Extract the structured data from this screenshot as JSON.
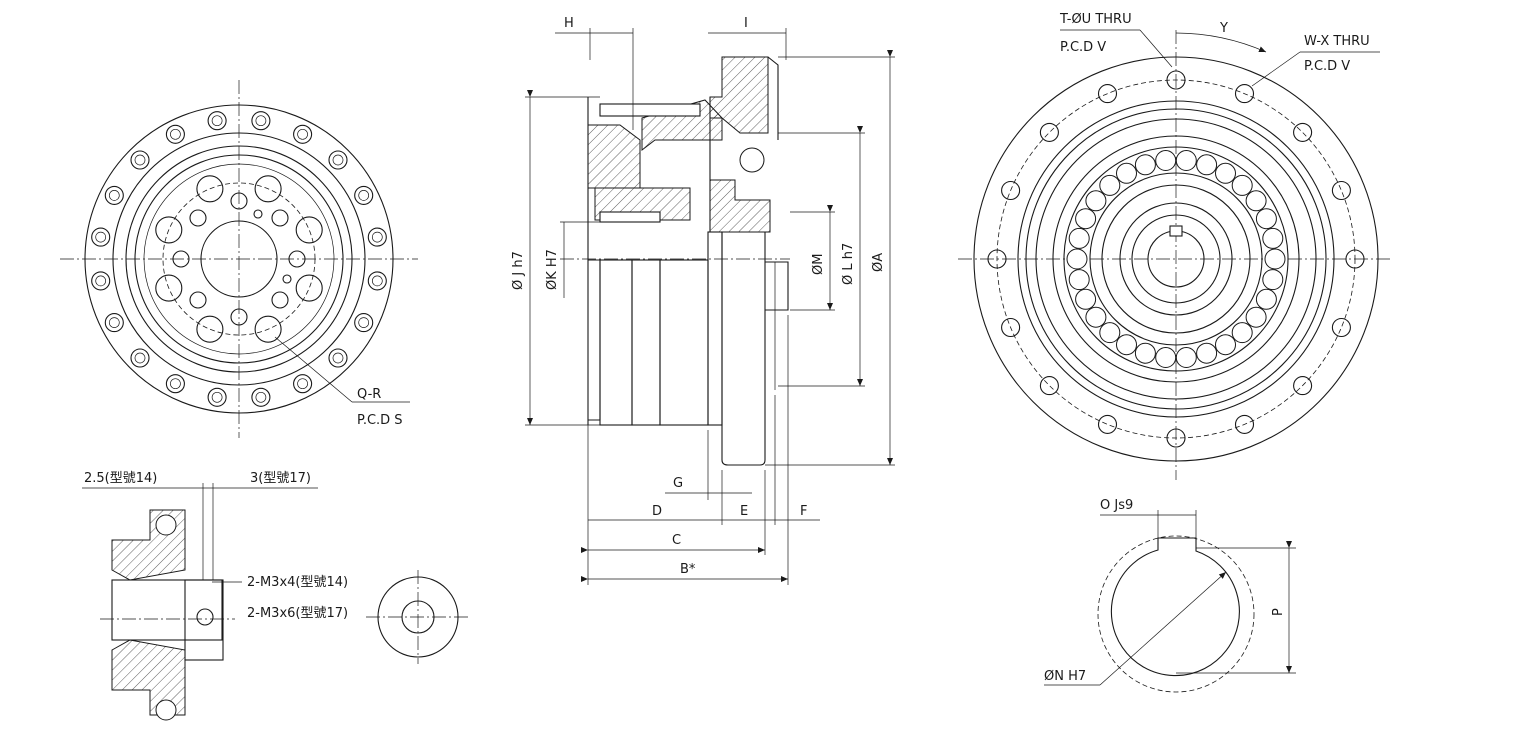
{
  "labels": {
    "H": "H",
    "I": "I",
    "t_thru": "T-ØU THRU",
    "pcd_v1": "P.C.D V",
    "y": "Y",
    "w_thru": "W-X THRU",
    "pcd_v2": "P.C.D V",
    "phi_j": "Ø J h7",
    "phi_k": "ØK H7",
    "phi_m": "ØM",
    "phi_l": "Ø L h7",
    "phi_a": "ØA",
    "q_r": "Q-R",
    "pcd_s": "P.C.D S",
    "g": "G",
    "d": "D",
    "e": "E",
    "f": "F",
    "c": "C",
    "b": "B*",
    "size14_offset": "2.5(型號14)",
    "size17_offset": "3(型號17)",
    "m3x4": "2-M3x4(型號14)",
    "m3x6": "2-M3x6(型號17)",
    "o_js9": "O Js9",
    "p": "P",
    "phi_n": "ØN H7"
  }
}
